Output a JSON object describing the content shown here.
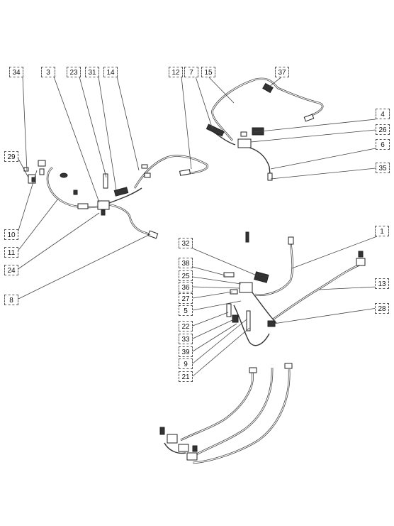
{
  "callouts": {
    "c34": "34",
    "c3": "3",
    "c23": "23",
    "c31": "31",
    "c14": "14",
    "c12": "12",
    "c7": "7",
    "c15": "15",
    "c37": "37",
    "c4": "4",
    "c26": "26",
    "c6": "6",
    "c35": "35",
    "c29": "29",
    "c10": "10",
    "c11": "11",
    "c24": "24",
    "c8": "8",
    "c32": "32",
    "c1": "1",
    "c38": "38",
    "c25": "25",
    "c36": "36",
    "c13": "13",
    "c27": "27",
    "c5": "5",
    "c28": "28",
    "c22": "22",
    "c33": "33",
    "c39": "39",
    "c9": "9",
    "c21": "21"
  }
}
